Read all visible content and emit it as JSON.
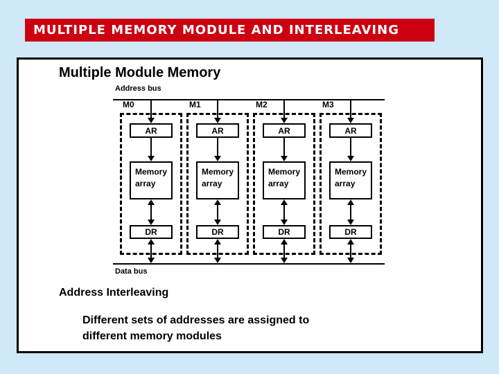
{
  "banner": {
    "title": "MULTIPLE MEMORY MODULE AND INTERLEAVING"
  },
  "slide": {
    "title": "Multiple Module Memory",
    "diagram": {
      "address_bus_label": "Address bus",
      "data_bus_label": "Data bus",
      "modules": [
        {
          "label": "M0"
        },
        {
          "label": "M1"
        },
        {
          "label": "M2"
        },
        {
          "label": "M3"
        }
      ],
      "ar_label": "AR",
      "memory_array_label": "Memory array",
      "dr_label": "DR"
    },
    "heading2": "Address Interleaving",
    "paragraph_line1": "Different sets of addresses are assigned to",
    "paragraph_line2": "different memory modules"
  },
  "colors": {
    "page_background": "#cfe9f8",
    "banner_background": "#cc0011",
    "banner_text": "#ffffff",
    "slide_background": "#ffffff",
    "ink": "#000000"
  }
}
